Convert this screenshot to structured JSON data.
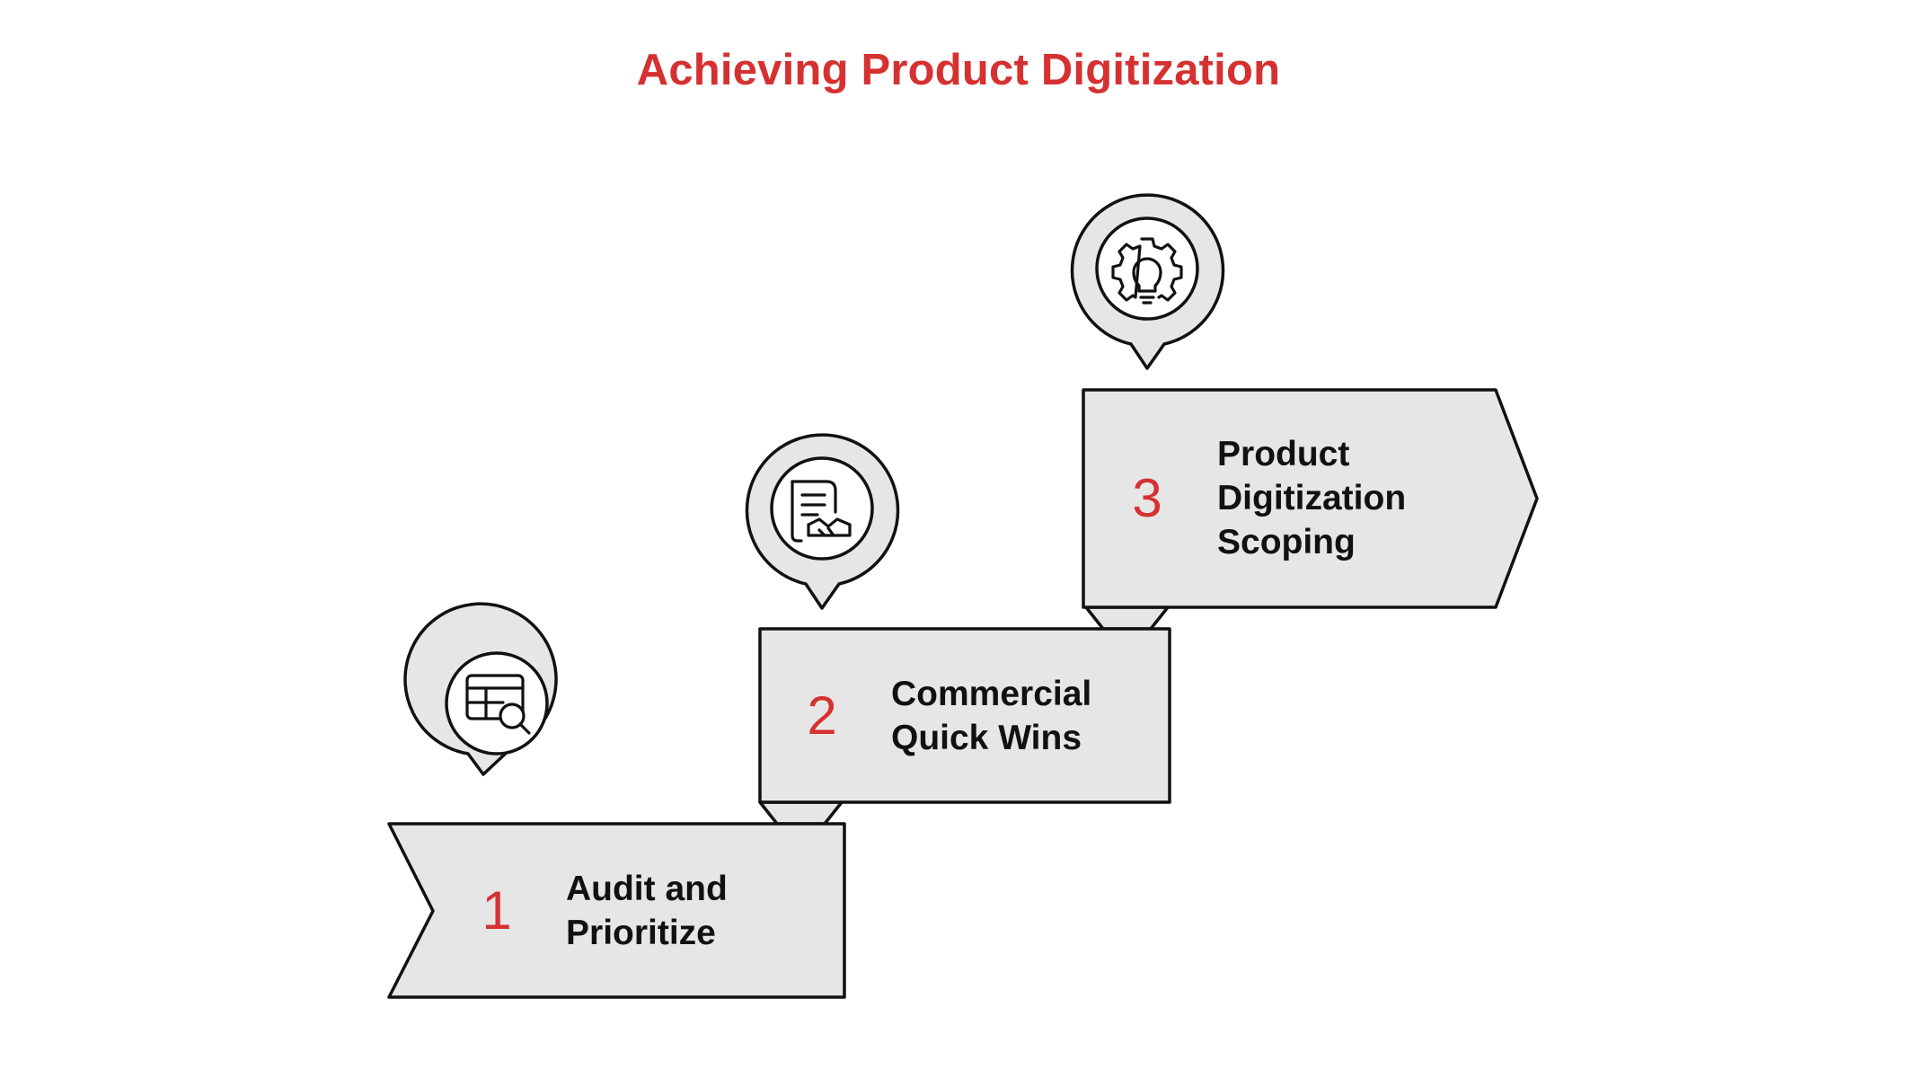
{
  "title": "Achieving Product Digitization",
  "colors": {
    "accent": "#d63131",
    "shape_fill": "#e6e6e6",
    "outline": "#111111",
    "text": "#111111"
  },
  "steps": [
    {
      "number": "1",
      "label_lines": [
        "Audit and",
        "Prioritize"
      ],
      "icon": "table-search-icon"
    },
    {
      "number": "2",
      "label_lines": [
        "Commercial",
        "Quick Wins"
      ],
      "icon": "contract-handshake-icon"
    },
    {
      "number": "3",
      "label_lines": [
        "Product",
        "Digitization",
        "Scoping"
      ],
      "icon": "gear-lightbulb-icon"
    }
  ]
}
